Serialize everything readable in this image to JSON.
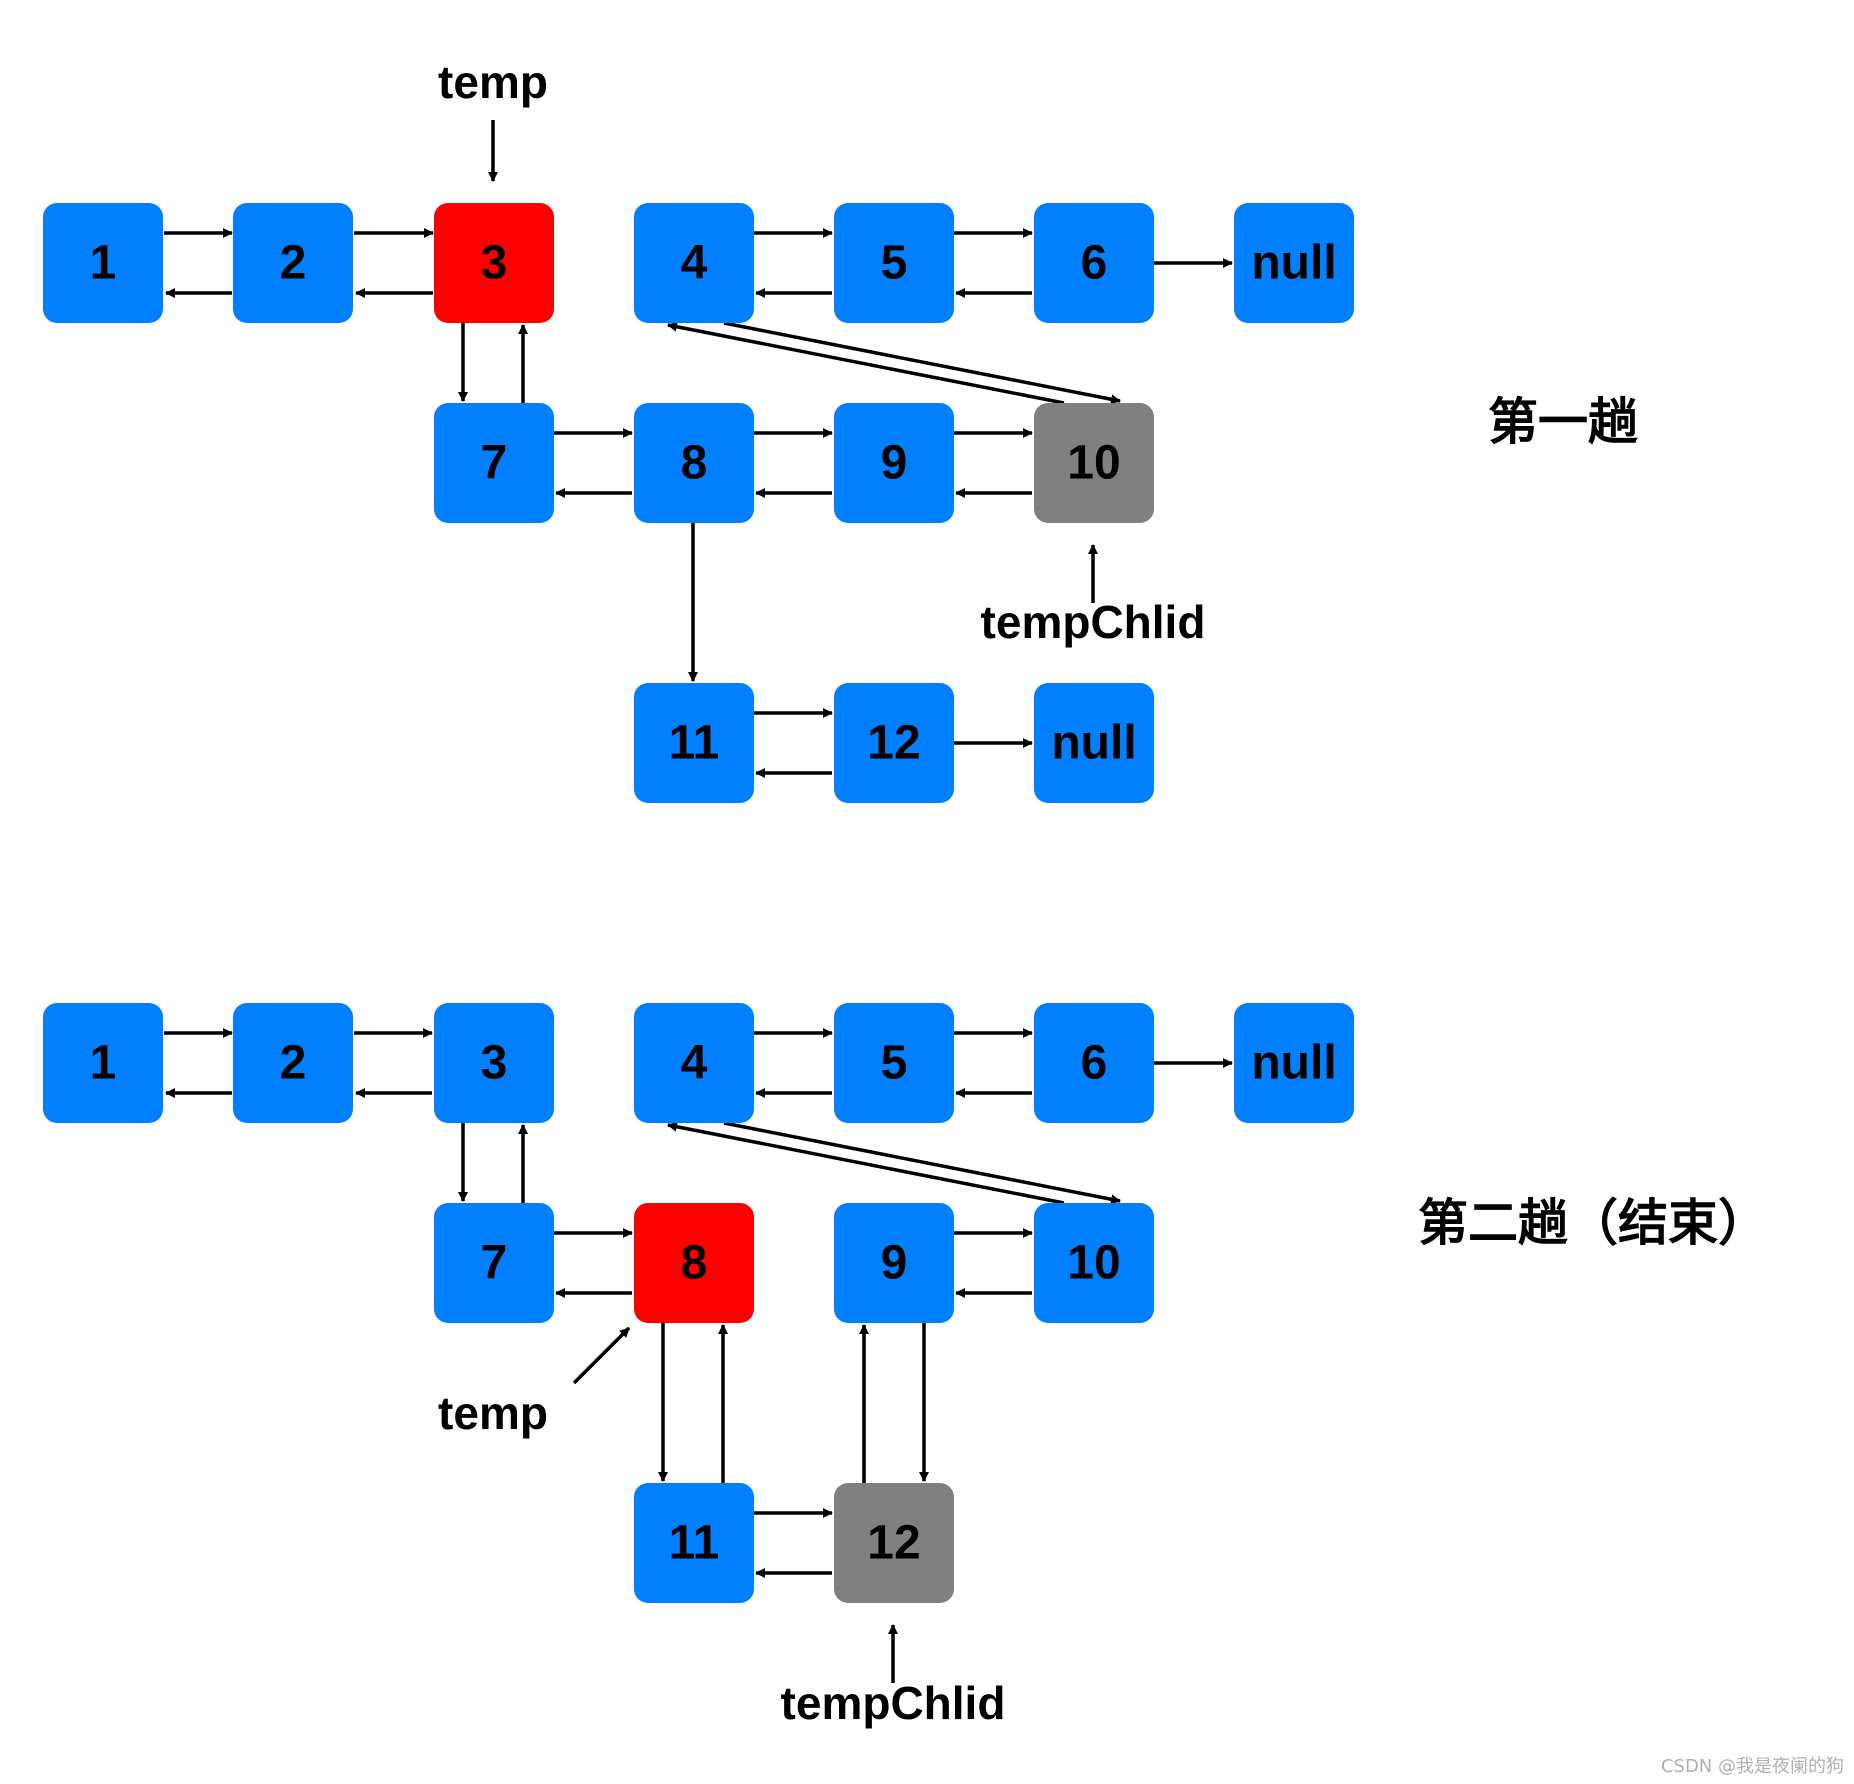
{
  "colors": {
    "normal": "#0080ff",
    "temp": "#ff0000",
    "temp_child": "#808080"
  },
  "pass1": {
    "title": "第一趟",
    "temp_label": "temp",
    "child_label": "tempChlid",
    "nodes": {
      "n1": {
        "label": "1",
        "state": "normal"
      },
      "n2": {
        "label": "2",
        "state": "normal"
      },
      "n3": {
        "label": "3",
        "state": "temp"
      },
      "n4": {
        "label": "4",
        "state": "normal"
      },
      "n5": {
        "label": "5",
        "state": "normal"
      },
      "n6": {
        "label": "6",
        "state": "normal"
      },
      "null1": {
        "label": "null",
        "state": "normal"
      },
      "n7": {
        "label": "7",
        "state": "normal"
      },
      "n8": {
        "label": "8",
        "state": "normal"
      },
      "n9": {
        "label": "9",
        "state": "normal"
      },
      "n10": {
        "label": "10",
        "state": "temp_child"
      },
      "n11": {
        "label": "11",
        "state": "normal"
      },
      "n12": {
        "label": "12",
        "state": "normal"
      },
      "null2": {
        "label": "null",
        "state": "normal"
      }
    }
  },
  "pass2": {
    "title": "第二趟（结束）",
    "temp_label": "temp",
    "child_label": "tempChlid",
    "nodes": {
      "n1": {
        "label": "1",
        "state": "normal"
      },
      "n2": {
        "label": "2",
        "state": "normal"
      },
      "n3": {
        "label": "3",
        "state": "normal"
      },
      "n4": {
        "label": "4",
        "state": "normal"
      },
      "n5": {
        "label": "5",
        "state": "normal"
      },
      "n6": {
        "label": "6",
        "state": "normal"
      },
      "null1": {
        "label": "null",
        "state": "normal"
      },
      "n7": {
        "label": "7",
        "state": "normal"
      },
      "n8": {
        "label": "8",
        "state": "temp"
      },
      "n9": {
        "label": "9",
        "state": "normal"
      },
      "n10": {
        "label": "10",
        "state": "normal"
      },
      "n11": {
        "label": "11",
        "state": "normal"
      },
      "n12": {
        "label": "12",
        "state": "temp_child"
      }
    }
  },
  "watermark": "CSDN @我是夜阑的狗"
}
